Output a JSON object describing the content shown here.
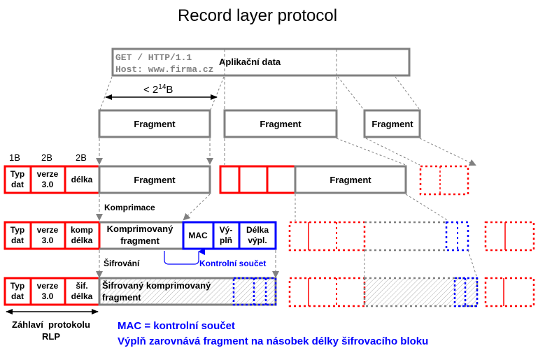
{
  "title": "Record layer protocol",
  "colors": {
    "header": "#ff0000",
    "data": "#808080",
    "mac": "#0000ff",
    "text": "#000000",
    "note": "#0000ff",
    "mono": "#808080"
  },
  "app_data": {
    "line1": "GET / HTTP/1.1",
    "line2": "Host: www.firma.cz",
    "label": "Aplikační data"
  },
  "size_limit": {
    "prefix": "< 2",
    "exp": "14",
    "suffix": "B"
  },
  "fragments": [
    "Fragment",
    "Fragment",
    "Fragment"
  ],
  "byte_sizes": [
    "1B",
    "2B",
    "2B"
  ],
  "row1": {
    "typ": [
      "Typ",
      "dat"
    ],
    "verze": [
      "verze",
      "3.0"
    ],
    "delka": "délka",
    "fragment": "Fragment",
    "fragment2": "Fragment"
  },
  "step1": "Komprimace",
  "row2": {
    "typ": [
      "Typ",
      "dat"
    ],
    "verze": [
      "verze",
      "3.0"
    ],
    "delka": [
      "komp",
      "délka"
    ],
    "fragment": [
      "Komprimovaný",
      "fragment"
    ],
    "mac": "MAC",
    "vypln": [
      "Vý-",
      "plň"
    ],
    "delka_vypl": [
      "Délka",
      "výpl."
    ]
  },
  "step2": "Šifrování",
  "checksum_label": "Kontrolní součet",
  "row3": {
    "typ": [
      "Typ",
      "dat"
    ],
    "verze": [
      "verze",
      "3.0"
    ],
    "delka": [
      "šif.",
      "délka"
    ],
    "fragment": [
      "Šifrovaný komprimovaný",
      "fragment"
    ]
  },
  "header_caption": [
    "Záhlaví  protokolu",
    "RLP"
  ],
  "notes": [
    "MAC = kontrolní součet",
    "Výplň zarovnává fragment na násobek délky šifrovacího bloku"
  ]
}
